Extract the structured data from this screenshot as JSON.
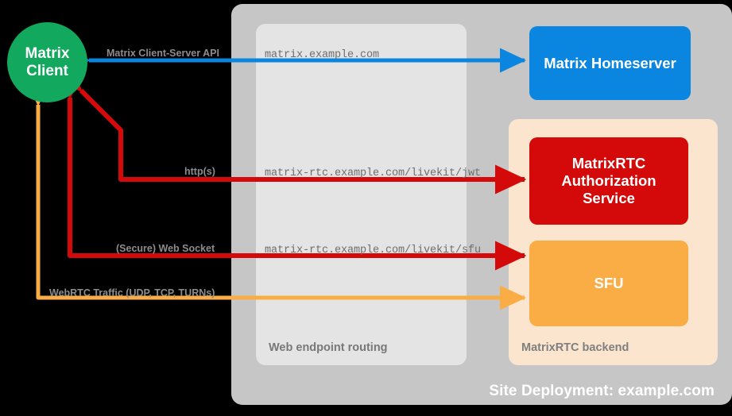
{
  "diagram": {
    "site": {
      "label": "Site Deployment: example.com"
    },
    "routing": {
      "label": "Web endpoint routing"
    },
    "backend": {
      "label": "MatrixRTC backend"
    },
    "nodes": {
      "client_line1": "Matrix",
      "client_line2": "Client",
      "homeserver": "Matrix Homeserver",
      "auth_line1": "MatrixRTC",
      "auth_line2": "Authorization",
      "auth_line3": "Service",
      "sfu": "SFU"
    },
    "flows": [
      {
        "protocol": "Matrix Client-Server API",
        "endpoint": "matrix.example.com",
        "color": "#0b86e0",
        "direction": "bidirectional"
      },
      {
        "protocol": "http(s)",
        "endpoint": "matrix-rtc.example.com/livekit/jwt",
        "color": "#d40a0a",
        "direction": "bidirectional"
      },
      {
        "protocol": "(Secure) Web Socket",
        "endpoint": "matrix-rtc.example.com/livekit/sfu",
        "color": "#d40a0a",
        "direction": "bidirectional"
      },
      {
        "protocol": "WebRTC Traffic (UDP, TCP, TURNs)",
        "endpoint": "",
        "color": "#fbad45",
        "direction": "bidirectional"
      }
    ],
    "colors": {
      "background": "#000000",
      "site_bg": "#c6c6c6",
      "routing_bg": "#e4e4e4",
      "backend_bg": "#fce5ce",
      "client": "#12a85d",
      "homeserver": "#0b86e0",
      "auth": "#d40a0a",
      "sfu": "#fbad45"
    }
  }
}
